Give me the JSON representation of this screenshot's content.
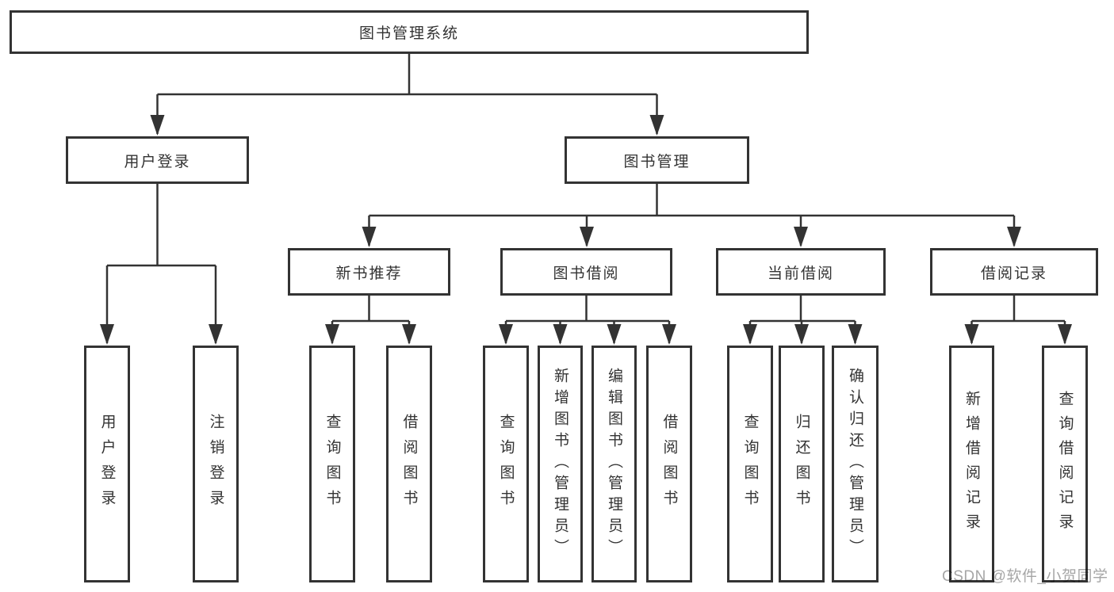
{
  "diagram_title": "图书管理系统",
  "tree": {
    "label": "图书管理系统",
    "children": [
      {
        "label": "用户登录",
        "children": [
          {
            "label": "用户登录"
          },
          {
            "label": "注销登录"
          }
        ]
      },
      {
        "label": "图书管理",
        "children": [
          {
            "label": "新书推荐",
            "children": [
              {
                "label": "查询图书"
              },
              {
                "label": "借阅图书"
              }
            ]
          },
          {
            "label": "图书借阅",
            "children": [
              {
                "label": "查询图书"
              },
              {
                "label": "新增图书（管理员）"
              },
              {
                "label": "编辑图书（管理员）"
              },
              {
                "label": "借阅图书"
              }
            ]
          },
          {
            "label": "当前借阅",
            "children": [
              {
                "label": "查询图书"
              },
              {
                "label": "归还图书"
              },
              {
                "label": "确认归还（管理员）"
              }
            ]
          },
          {
            "label": "借阅记录",
            "children": [
              {
                "label": "新增借阅记录"
              },
              {
                "label": "查询借阅记录"
              }
            ]
          }
        ]
      }
    ]
  },
  "watermark": "CSDN @软件_小贺同学",
  "colors": {
    "line": "#333333",
    "box_border": "#333333",
    "text": "#333333",
    "watermark": "#a6a6a6"
  }
}
